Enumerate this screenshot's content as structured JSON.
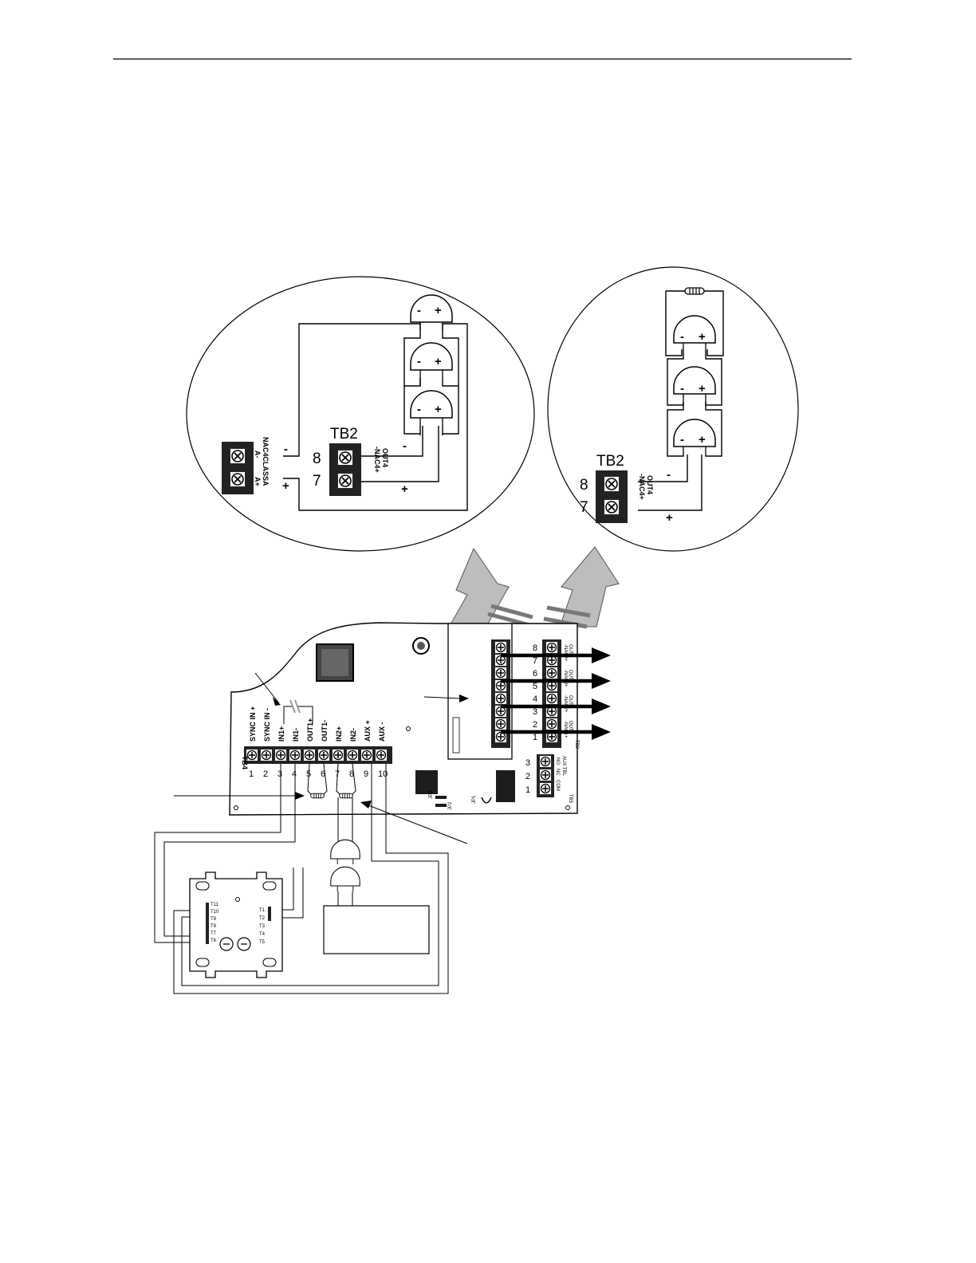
{
  "left_detail": {
    "tb2_label": "TB2",
    "terminal_numbers": [
      "8",
      "7"
    ],
    "tb2_text": [
      "OUT4",
      "-NAC4+"
    ],
    "classa_text": [
      "NAC4CLASSA",
      "A-",
      "A+"
    ],
    "signs": {
      "minus": "-",
      "plus": "+"
    }
  },
  "right_detail": {
    "tb2_label": "TB2",
    "terminal_numbers": [
      "8",
      "7"
    ],
    "tb2_text": [
      "OUT4",
      "-NAC4+"
    ],
    "signs": {
      "minus": "-",
      "plus": "+"
    }
  },
  "main_board": {
    "tb4_label": "TB4",
    "tb4_terminals": [
      "SYNC IN +",
      "SYNC IN -",
      "IN1+",
      "IN1-",
      "OUT1+",
      "OUT1-",
      "IN2+",
      "IN2-",
      "AUX +",
      "AUX -"
    ],
    "tb4_numbers": [
      "1",
      "2",
      "3",
      "4",
      "5",
      "6",
      "7",
      "8",
      "9",
      "10"
    ],
    "tb5_label": "TB5",
    "tb5_terminals": [
      "NO",
      "NC",
      "COM"
    ],
    "tb5_title": "AUX TBL",
    "tb5_numbers": [
      "3",
      "2",
      "1"
    ],
    "jumpers": [
      "JP3",
      "JP2",
      "JP1"
    ],
    "tb2_label": "TB2",
    "tb2_numbers": [
      "8",
      "7",
      "6",
      "5",
      "4",
      "3",
      "2",
      "1"
    ],
    "tb2_outputs": [
      "OUT4",
      "-NAC4+",
      "OUT3",
      "-NAC3+",
      "OUT2",
      "-NAC2+",
      "OUT1",
      "-NAC1+"
    ]
  },
  "module": {
    "terminals_left": [
      "T11",
      "T10",
      "T9",
      "T8",
      "T7",
      "T6"
    ],
    "terminals_right": [
      "T1",
      "T2",
      "T3",
      "T4",
      "T5"
    ]
  }
}
